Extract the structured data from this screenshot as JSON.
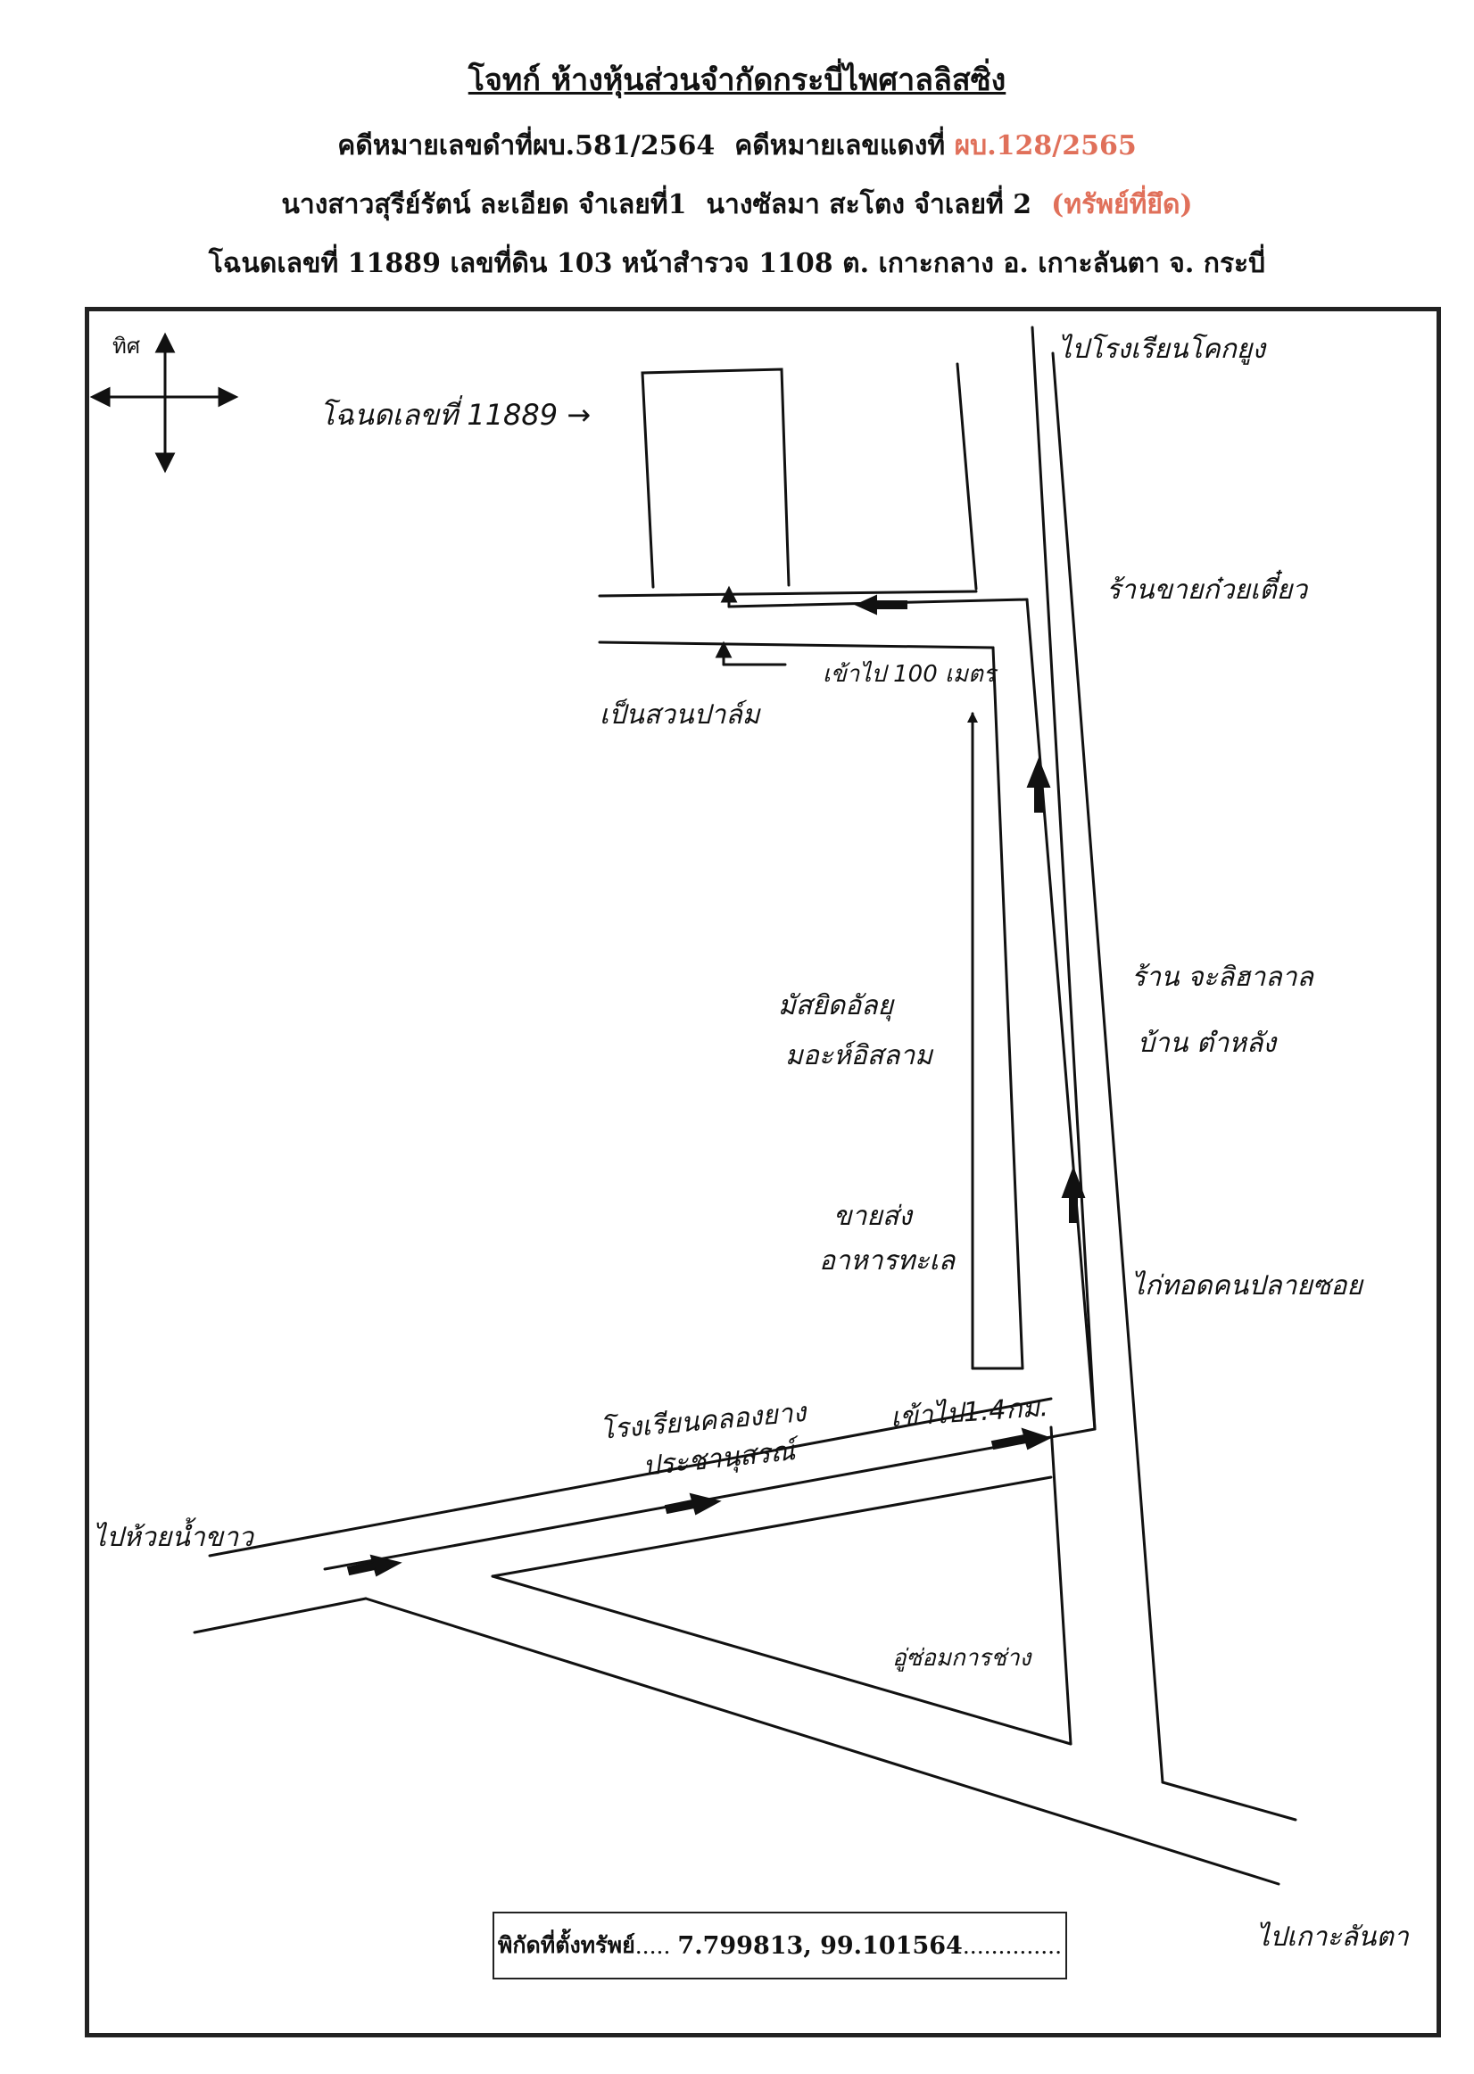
{
  "header": {
    "line1": "โจทก์ ห้างหุ้นส่วนจำกัดกระบี่ไพศาลลิสซิ่ง",
    "black_case": "คดีหมายเลขดำที่ผบ.581/2564",
    "red_case_label": "คดีหมายเลขแดงที่",
    "red_case_number": "ผบ.128/2565",
    "defendant1": "นางสาวสุรีย์รัตน์ ละเอียด จำเลยที่1",
    "defendant2": "นางซัลมา สะโตง จำเลยที่ 2",
    "seized_note": "(ทรัพย์ที่ยึด)",
    "deed_line": "โฉนดเลขที่ 11889 เลขที่ดิน 103 หน้าสำรวจ 1108 ต. เกาะกลาง อ. เกาะลันตา จ. กระบี่"
  },
  "map": {
    "compass_label": "ทิศ",
    "labels": {
      "deed": "โฉนดเลขที่ 11889 →",
      "to_school_top": "ไปโรงเรียนโคกยูง",
      "noodle_shop": "ร้านขายก๋วยเตี๋ยว",
      "enter_100m": "เข้าไป 100 เมตร",
      "palm_garden": "เป็นสวนปาล์ม",
      "mosque_1": "มัสยิดอัลยุ",
      "mosque_2": "มอะห์อิสลาม",
      "halal_shop": "ร้าน จะลิฮาลาล",
      "house": "บ้าน ตำหลัง",
      "seafood_1": "ขายส่ง",
      "seafood_2": "อาหารทะเล",
      "fried_chicken": "ไก่ทอดคนปลายซอย",
      "school_1": "โรงเรียนคลองยาง",
      "school_2": "ประชานุสรณ์",
      "enter_1_4km": "เข้าไป1.4กม.",
      "to_huai_nam_khao": "ไปห้วยน้ำขาว",
      "garage": "อู่ซ่อมการช่าง",
      "to_ko_lanta": "ไปเกาะลันตา"
    },
    "coordinates_label": "พิกัดที่ตั้งทรัพย์",
    "coordinates_value": "7.799813, 99.101564"
  }
}
